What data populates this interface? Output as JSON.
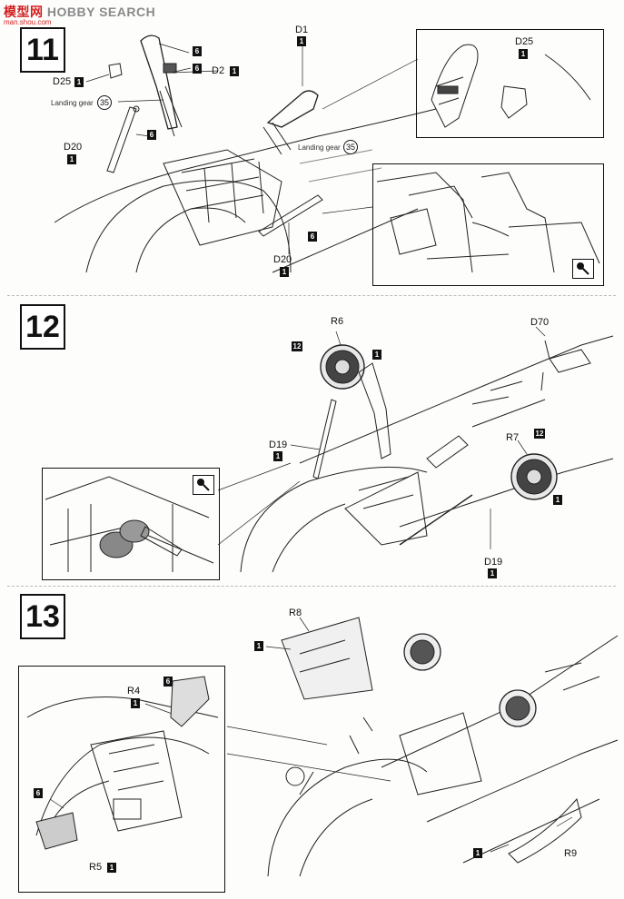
{
  "watermark": {
    "brand_left": "模型网",
    "brand_right": "HOBBY SEARCH",
    "url": "man.shou.com"
  },
  "steps": [
    {
      "number": "11"
    },
    {
      "number": "12"
    },
    {
      "number": "13"
    }
  ],
  "step11": {
    "d25": "D25",
    "d25_qty": "1",
    "d2": "D2",
    "d2_qty": "1",
    "d1": "D1",
    "d1_qty": "1",
    "part6_a": "6",
    "part6_b": "6",
    "part6_c": "6",
    "landing_gear_left": "Landing gear",
    "lg_num_left": "35",
    "landing_gear_right": "Landing gear",
    "lg_num_right": "35",
    "d20_left": "D20",
    "d20_left_qty": "1",
    "d20_bottom": "D20",
    "d20_bottom_qty": "1",
    "inset_d25": "D25",
    "inset_d25_qty": "1"
  },
  "step12": {
    "r6": "R6",
    "r6_qty_a": "12",
    "r6_qty_b": "1",
    "d70": "D70",
    "d19_left": "D19",
    "d19_left_qty": "1",
    "r7": "R7",
    "r7_qty_a": "12",
    "r7_qty_b": "1",
    "d19_bottom": "D19",
    "d19_bottom_qty": "1"
  },
  "step13": {
    "r8": "R8",
    "r8_qty": "1",
    "r4": "R4",
    "r4_qty_a": "6",
    "r4_qty_b": "1",
    "part6": "6",
    "r5": "R5",
    "r5_qty": "1",
    "r9": "R9",
    "r9_qty": "1"
  }
}
